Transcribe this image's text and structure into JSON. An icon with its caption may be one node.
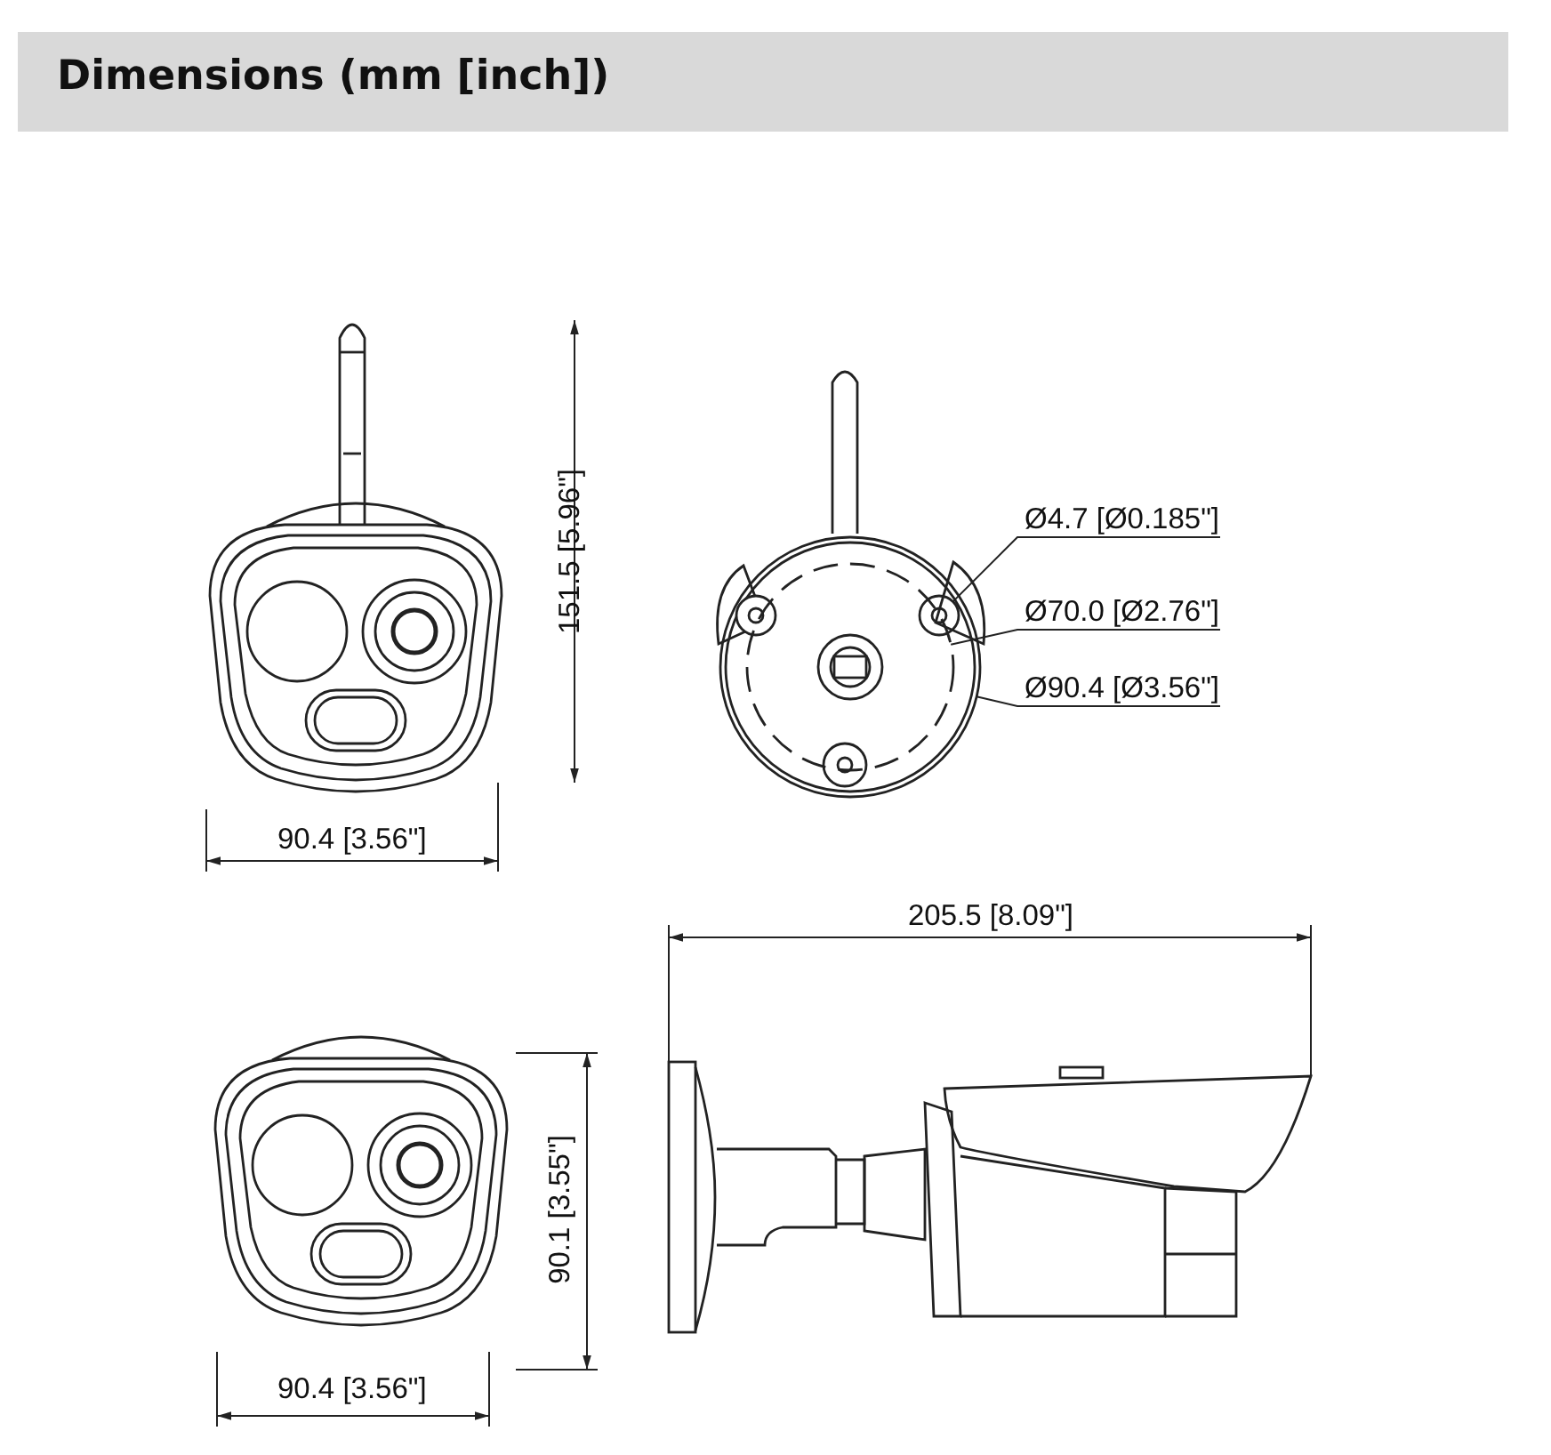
{
  "diagram": {
    "title": "Dimensions (mm [inch])",
    "nodes": [
      {
        "text": [
          "Ø4.7 [Ø0.185\"]"
        ]
      },
      {
        "text": [
          "Ø70.0 [Ø2.76\"]"
        ]
      },
      {
        "text": [
          "Ø90.4 [Ø3.56\"]"
        ]
      },
      {
        "text": [],
        "shape": "circle",
        "in": 5
      },
      {
        "text": [],
        "shape": "circle",
        "in": 5
      },
      {
        "text": [],
        "shape": "circle"
      }
    ],
    "edges": [
      {
        "from": 0,
        "to": 3,
        "arrow": "none"
      },
      {
        "from": 1,
        "to": 4,
        "arrow": "none"
      },
      {
        "from": 2,
        "to": 5,
        "arrow": "none"
      }
    ],
    "labels": [
      "151.5 [5.96\"]",
      "90.4 [3.56\"]",
      "205.5 [8.09\"]",
      "90.1 [3.55\"]",
      "90.4 [3.56\"]"
    ]
  }
}
